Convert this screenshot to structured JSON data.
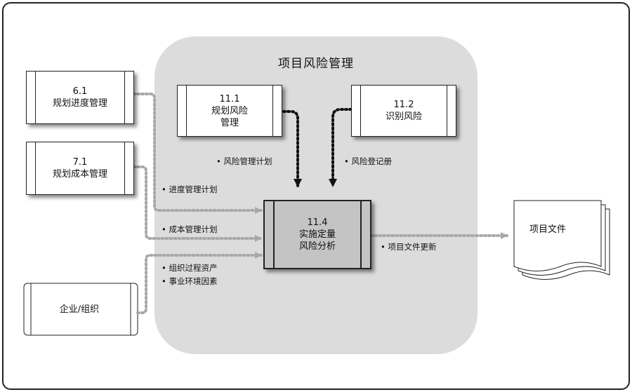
{
  "panel": {
    "title": "项目风险管理"
  },
  "processes": {
    "p61": {
      "id": "6.1",
      "name": "规划进度管理"
    },
    "p71": {
      "id": "7.1",
      "name": "规划成本管理"
    },
    "p111": {
      "id": "11.1",
      "name_line1": "规划风险",
      "name_line2": "管理"
    },
    "p112": {
      "id": "11.2",
      "name": "识别风险"
    },
    "p114": {
      "id": "11.4",
      "name_line1": "实施定量",
      "name_line2": "风险分析"
    }
  },
  "enterprise": {
    "label": "企业/组织"
  },
  "document": {
    "label": "项目文件"
  },
  "flows": {
    "risk_plan": "• 风险管理计划",
    "risk_register": "• 风险登记册",
    "schedule_plan": "• 进度管理计划",
    "cost_plan": "• 成本管理计划",
    "opa": "• 组织过程资产",
    "eef": "• 事业环境因素",
    "doc_updates": "• 项目文件更新"
  }
}
